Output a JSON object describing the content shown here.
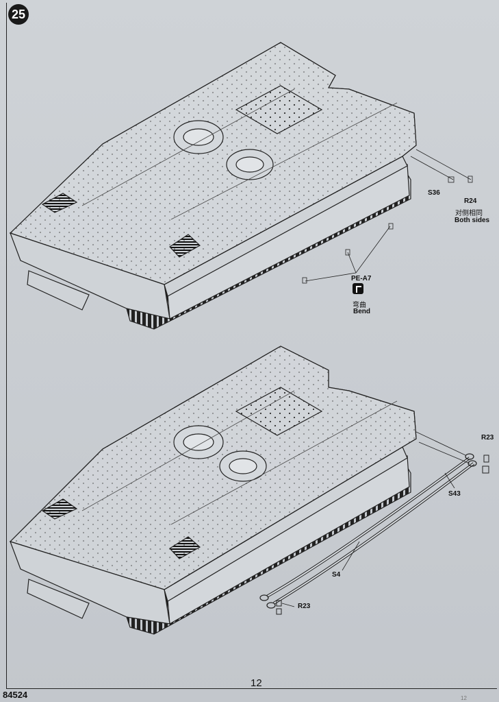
{
  "step_number": "25",
  "page_number": "12",
  "kit_number": "84524",
  "corner_mark": "12",
  "diagram1": {
    "parts": {
      "s36": "S36",
      "r24": "R24",
      "both_sides_cn": "对侧相同",
      "both_sides": "Both sides",
      "pe_a7": "PE-A7",
      "bend_cn": "弯曲",
      "bend": "Bend"
    }
  },
  "diagram2": {
    "parts": {
      "r23_top": "R23",
      "s43": "S43",
      "s4": "S4",
      "r23_bottom": "R23"
    }
  }
}
